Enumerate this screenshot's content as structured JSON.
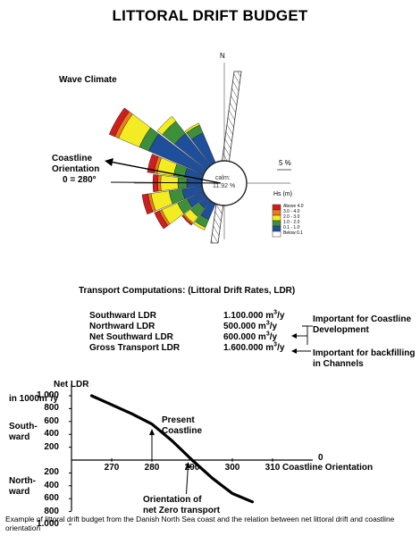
{
  "title": "LITTORAL DRIFT BUDGET",
  "wave_rose": {
    "wave_climate_label": "Wave Climate",
    "coastline_label": "Coastline",
    "orientation_label": "Orientation",
    "orientation_value": "0 = 280°",
    "north_label": "N",
    "scale_label": "5 %",
    "calm_label": "calm:",
    "calm_value": "11.92 %",
    "legend_title": "Hs (m)",
    "legend": [
      {
        "label": "Above 4.0",
        "color": "#cc1f1f"
      },
      {
        "label": "3.0 - 4.0",
        "color": "#f07a1a"
      },
      {
        "label": "2.0 - 3.0",
        "color": "#f4ec22"
      },
      {
        "label": "1.0 - 2.0",
        "color": "#3e8f3a"
      },
      {
        "label": "0.1 - 1.0",
        "color": "#1f4f9a"
      },
      {
        "label": "Below 0.1",
        "color": "#ffffff"
      }
    ]
  },
  "transport": {
    "heading": "Transport Computations:  (Littoral Drift Rates, LDR)",
    "rows": [
      {
        "label": "Southward  LDR",
        "value": "1.100.000 m",
        "unit": "/y"
      },
      {
        "label": "Northward  LDR",
        "value": "500.000 m",
        "unit": "/y"
      },
      {
        "label": "Net Southward  LDR",
        "value": "600.000 m",
        "unit": "/y"
      },
      {
        "label": "Gross Transport  LDR",
        "value": "1.600.000 m",
        "unit": "/y"
      }
    ],
    "sup": "3",
    "note_coastline_1": "Important for Coastline",
    "note_coastline_2": "Development",
    "note_backfill_1": "Important for backfilling",
    "note_backfill_2": "in Channels"
  },
  "chart_data": {
    "type": "line",
    "ylabel": "Net LDR",
    "yunit_prefix": "in 1000m",
    "yunit_sup": "3",
    "yunit_suffix": "/y",
    "xlabel": "Coastline Orientation",
    "y_upper_ticks": [
      "1.000",
      "800",
      "600",
      "400",
      "200"
    ],
    "y_lower_ticks": [
      "200",
      "400",
      "600",
      "800",
      "1.000"
    ],
    "x_ticks": [
      "270",
      "280",
      "290",
      "300",
      "310"
    ],
    "zero_label": "0",
    "south_label_1": "South-",
    "south_label_2": "ward",
    "north_label_1": "North-",
    "north_label_2": "ward",
    "present_label_1": "Present",
    "present_label_2": "Coastline",
    "zero_transport_label_1": "Orientation of",
    "zero_transport_label_2": "net Zero transport",
    "x": [
      265,
      270,
      275,
      280,
      285,
      290,
      295,
      300,
      305
    ],
    "y": [
      1000,
      860,
      720,
      560,
      300,
      0,
      -280,
      -520,
      -650
    ],
    "xlim": [
      260,
      320
    ],
    "ylim": [
      -1000,
      1000
    ],
    "present_x": 280,
    "zero_x": 289
  },
  "caption": "Example of littoral drift budget from the Danish North Sea coast and the relation between net littoral drift and coastline orientation"
}
